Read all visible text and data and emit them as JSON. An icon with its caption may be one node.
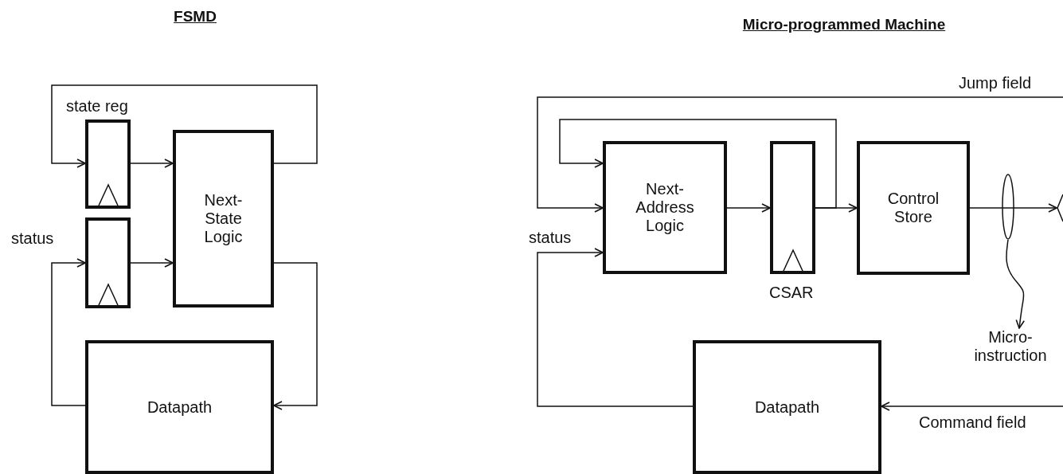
{
  "diagram": {
    "nodes": [
      {
        "text": [
          "state reg"
        ]
      },
      {
        "text": [],
        "shape": "box"
      },
      {
        "text": [
          "Next- State Logic"
        ]
      },
      {
        "text": [
          "Datapath"
        ]
      },
      {
        "text": [
          "Next- Address Logic"
        ]
      },
      {
        "text": [
          "CSAR"
        ]
      },
      {
        "text": [
          "Control Store"
        ]
      },
      {
        "text": [],
        "shape": "ellipse"
      },
      {
        "text": [],
        "shape": "diamond"
      },
      {
        "text": [
          "Micro- instruction"
        ]
      },
      {
        "text": [
          "Datapath"
        ]
      }
    ],
    "edges": [
      {
        "from": 2,
        "to": 0,
        "arrow": "to"
      },
      {
        "from": 0,
        "to": 2,
        "arrow": "to"
      },
      {
        "from": 1,
        "to": 2,
        "arrow": "to"
      },
      {
        "from": 3,
        "to": 1,
        "arrow": "to",
        "label": "status"
      },
      {
        "from": 2,
        "to": 3,
        "arrow": "to"
      },
      {
        "from": null,
        "to": 4,
        "arrow": "to",
        "label": "Jump field"
      },
      {
        "from": 5,
        "to": 4,
        "arrow": "to"
      },
      {
        "from": 10,
        "to": 4,
        "arrow": "to",
        "label": "status"
      },
      {
        "from": 4,
        "to": 5,
        "arrow": "to"
      },
      {
        "from": 5,
        "to": 6,
        "arrow": "to"
      },
      {
        "from": 6,
        "to": 8,
        "arrow": "to"
      },
      {
        "from": 7,
        "to": 9,
        "arrow": "to"
      },
      {
        "from": null,
        "to": 10,
        "arrow": "to",
        "label": "Command field"
      }
    ],
    "labels": [
      "FSMD",
      "Micro-programmed Machine"
    ]
  }
}
